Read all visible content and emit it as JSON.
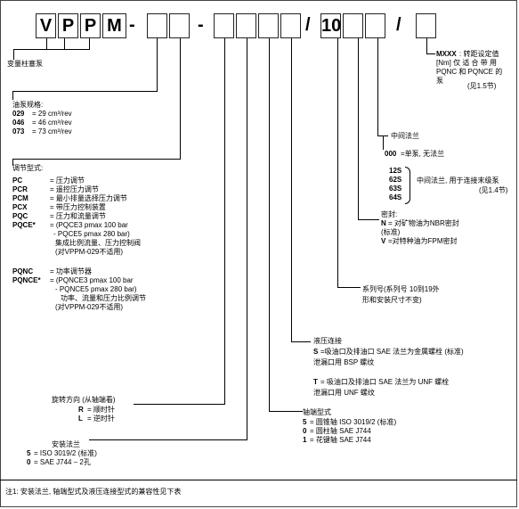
{
  "model_code": {
    "boxes": [
      "V",
      "P",
      "P",
      "M",
      "",
      "",
      "",
      "",
      "",
      "10",
      "",
      ""
    ],
    "separators": [
      "-",
      "-",
      "/",
      "/"
    ]
  },
  "labels": {
    "variable_pump": "变量柱塞泵",
    "displacement": {
      "title": "油泵规格:",
      "items": [
        {
          "code": "029",
          "text": "= 29 cm³/rev"
        },
        {
          "code": "046",
          "text": "= 46 cm³/rev"
        },
        {
          "code": "073",
          "text": "= 73 cm³/rev"
        }
      ]
    },
    "control": {
      "title": "调节型式:",
      "items": [
        {
          "code": "PC",
          "text": "= 压力调节"
        },
        {
          "code": "PCR",
          "text": "= 遥控压力调节"
        },
        {
          "code": "PCM",
          "text": "= 最小排量选择压力调节"
        },
        {
          "code": "PCX",
          "text": "= 带压力控制装置"
        },
        {
          "code": "PQC",
          "text": "= 压力和流量调节"
        },
        {
          "code": "PQCE*",
          "text": "= (PQCE3 pmax 100 bar"
        }
      ],
      "pqce_extra": [
        "- PQCE5 pmax 280 bar)",
        "集成比例流量、压力控制阀",
        "(对VPPM-029不适用)"
      ],
      "pqnc": {
        "code": "PQNC",
        "text": "= 功率调节器"
      },
      "pqnce": {
        "code": "PQNCE*",
        "text": "= (PQNCE3 pmax 100 bar"
      },
      "pqnce_extra": [
        "- PQNCE5 pmax 280 bar)",
        "功率、流量和压力比例调节",
        "(对VPPM-029不适用)"
      ]
    },
    "rotation": {
      "title": "旋转方向 (从轴端看)",
      "r": "R",
      "r_text": "= 顺时针",
      "l": "L",
      "l_text": "= 逆时针"
    },
    "mounting": {
      "title": "安装法兰",
      "items": [
        {
          "code": "5",
          "text": "= ISO 3019/2 (标准)"
        },
        {
          "code": "0",
          "text": "= SAE J744 – 2孔"
        }
      ]
    },
    "shaft": {
      "title": "轴端型式",
      "items": [
        {
          "code": "5",
          "text": "= 圆锥轴  ISO 3019/2 (标准)"
        },
        {
          "code": "0",
          "text": "= 圆柱轴  SAE J744"
        },
        {
          "code": "1",
          "text": "= 花键轴  SAE J744"
        }
      ]
    },
    "ports": {
      "title": "液压连接",
      "s_code": "S",
      "s_line1": "=吸油口及排油口 SAE 法兰为金属螺栓 (标准)",
      "s_line2": "泄漏口用 BSP 螺纹",
      "t_code": "T",
      "t_line1": "= 吸油口及排油口 SAE 法兰为 UNF 螺栓",
      "t_line2": "泄漏口用 UNF 螺纹"
    },
    "series": {
      "line1": "系列号(系列号  10到19外",
      "line2": "形和安装尺寸不变)"
    },
    "seals": {
      "title": "密封:",
      "n_code": "N",
      "n_text": "= 对矿物油为NBR密封",
      "n_note": "(标准)",
      "v_code": "V",
      "v_text": "=对特种油为FPM密封"
    },
    "intermediate": {
      "title": "中间法兰",
      "none_code": "000",
      "none_text": "=单泵, 无法兰",
      "codes": [
        "12S",
        "62S",
        "63S",
        "64S"
      ],
      "codes_text": "中间法兰, 用于连接末级泵",
      "codes_note": "(见1.4节)"
    },
    "mxxx": {
      "code": "MXXX",
      "text": ": 转距设定值",
      "line2": "[Nm] 仅 适 合 带 用",
      "line3": "PQNC 和 PQNCE 的",
      "line4": "泵",
      "note": "(见1.5节)"
    },
    "footnote": "注1: 安装法兰, 轴端型式及液压连接型式的兼容性见下表"
  }
}
